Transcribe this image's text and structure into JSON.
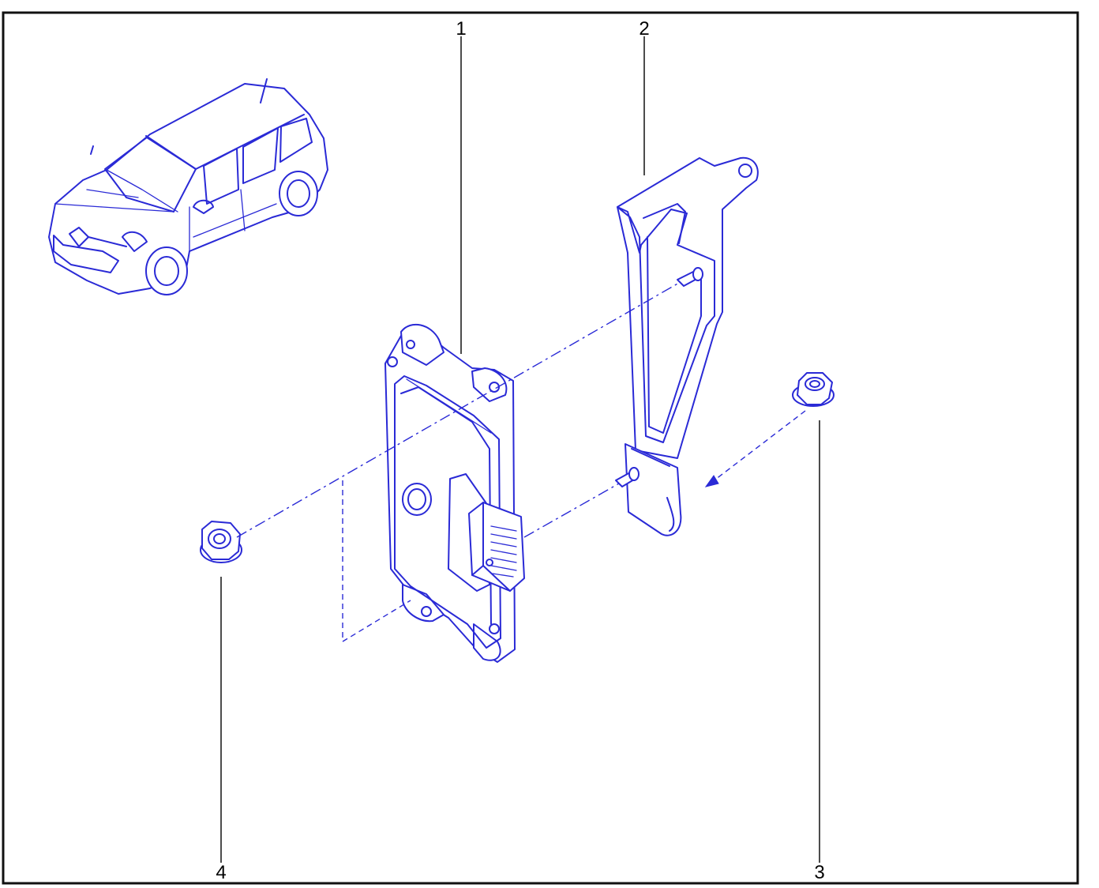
{
  "colors": {
    "ink": "#2a2ad6",
    "frame": "#111111",
    "label": "#000000"
  },
  "callouts": [
    {
      "id": "1",
      "label": "1"
    },
    {
      "id": "2",
      "label": "2"
    },
    {
      "id": "3",
      "label": "3"
    },
    {
      "id": "4",
      "label": "4"
    }
  ],
  "parts": [
    {
      "ref": "1",
      "icon": "control-unit-module"
    },
    {
      "ref": "2",
      "icon": "mounting-bracket"
    },
    {
      "ref": "3",
      "icon": "flange-nut"
    },
    {
      "ref": "4",
      "icon": "flange-nut"
    }
  ],
  "vehicle_icon": "suv-car-locator-icon"
}
